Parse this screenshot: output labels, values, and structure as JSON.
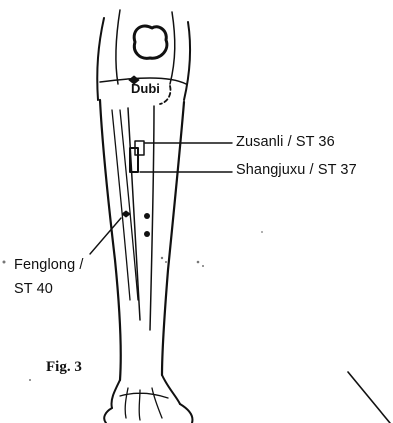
{
  "labels": {
    "dubi": "Dubi",
    "zusanli": "Zusanli / ST 36",
    "shangjuxu": "Shangjuxu / ST 37",
    "fenglong_line1": "Fenglong /",
    "fenglong_line2": "ST 40",
    "figure": "Fig. 3"
  },
  "colors": {
    "ink": "#111111",
    "paper": "#ffffff"
  }
}
